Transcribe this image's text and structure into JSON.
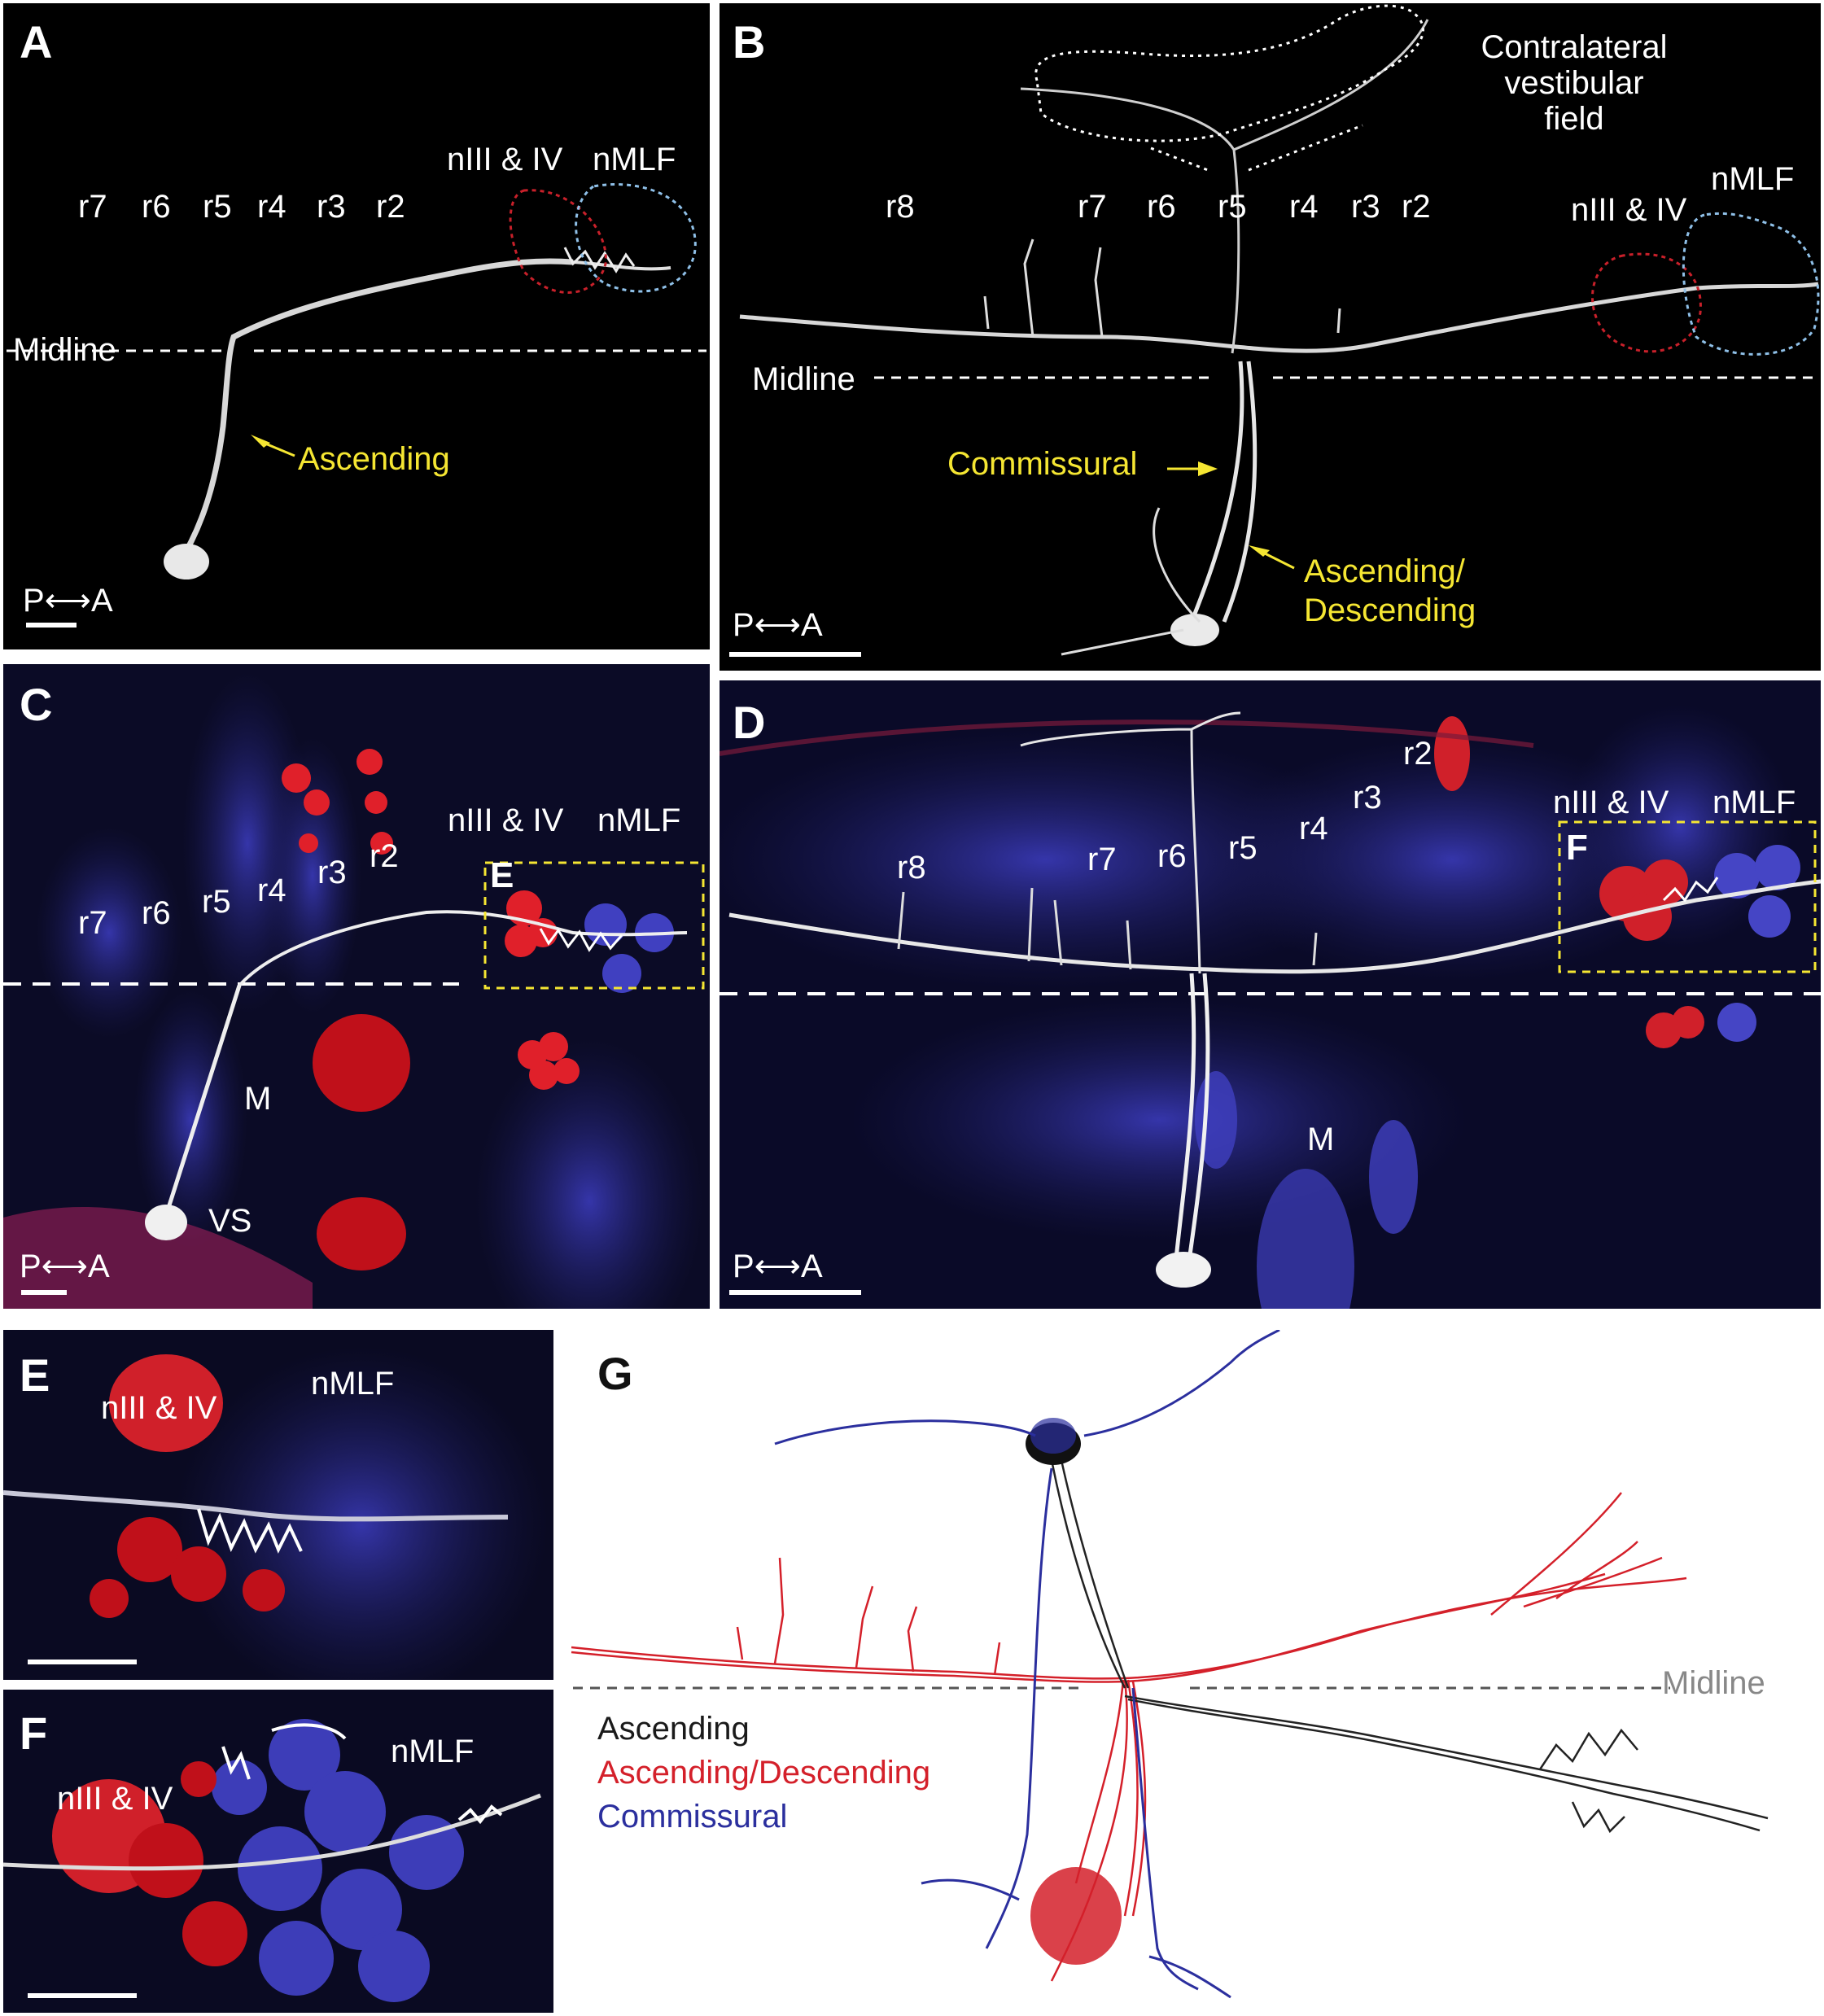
{
  "panels": {
    "A": {
      "label": "A",
      "rhombomeres": [
        "r7",
        "r6",
        "r5",
        "r4",
        "r3",
        "r2"
      ],
      "nucleus_1": "nIII & IV",
      "nucleus_2": "nMLF",
      "midline": "Midline",
      "ascending": "Ascending",
      "orientation": "P⟷A"
    },
    "B": {
      "label": "B",
      "rhombomeres": [
        "r8",
        "r7",
        "r6",
        "r5",
        "r4",
        "r3",
        "r2"
      ],
      "contralateral": [
        "Contralateral",
        "vestibular",
        "field"
      ],
      "nucleus_1": "nIII & IV",
      "nucleus_2": "nMLF",
      "midline": "Midline",
      "commissural": "Commissural",
      "ascending_descending": [
        "Ascending/",
        "Descending"
      ],
      "orientation": "P⟷A"
    },
    "C": {
      "label": "C",
      "rhombomeres": [
        "r7",
        "r6",
        "r5",
        "r4",
        "r3",
        "r2"
      ],
      "nucleus_1": "nIII & IV",
      "nucleus_2": "nMLF",
      "inset": "E",
      "m": "M",
      "vs": "VS",
      "orientation": "P⟷A"
    },
    "D": {
      "label": "D",
      "rhombomeres": [
        "r8",
        "r7",
        "r6",
        "r5",
        "r4",
        "r3",
        "r2"
      ],
      "nucleus_1": "nIII & IV",
      "nucleus_2": "nMLF",
      "inset": "F",
      "m": "M",
      "orientation": "P⟷A"
    },
    "E": {
      "label": "E",
      "nucleus_1": "nIII & IV",
      "nucleus_2": "nMLF"
    },
    "F": {
      "label": "F",
      "nucleus_1": "nIII & IV",
      "nucleus_2": "nMLF"
    },
    "G": {
      "label": "G",
      "midline": "Midline",
      "legend": [
        "Ascending",
        "Ascending/Descending",
        "Commissural"
      ],
      "colors": {
        "ascending": "#1a1a1a",
        "ascending_descending": "#d4202a",
        "commissural": "#2b2f9e"
      }
    }
  }
}
